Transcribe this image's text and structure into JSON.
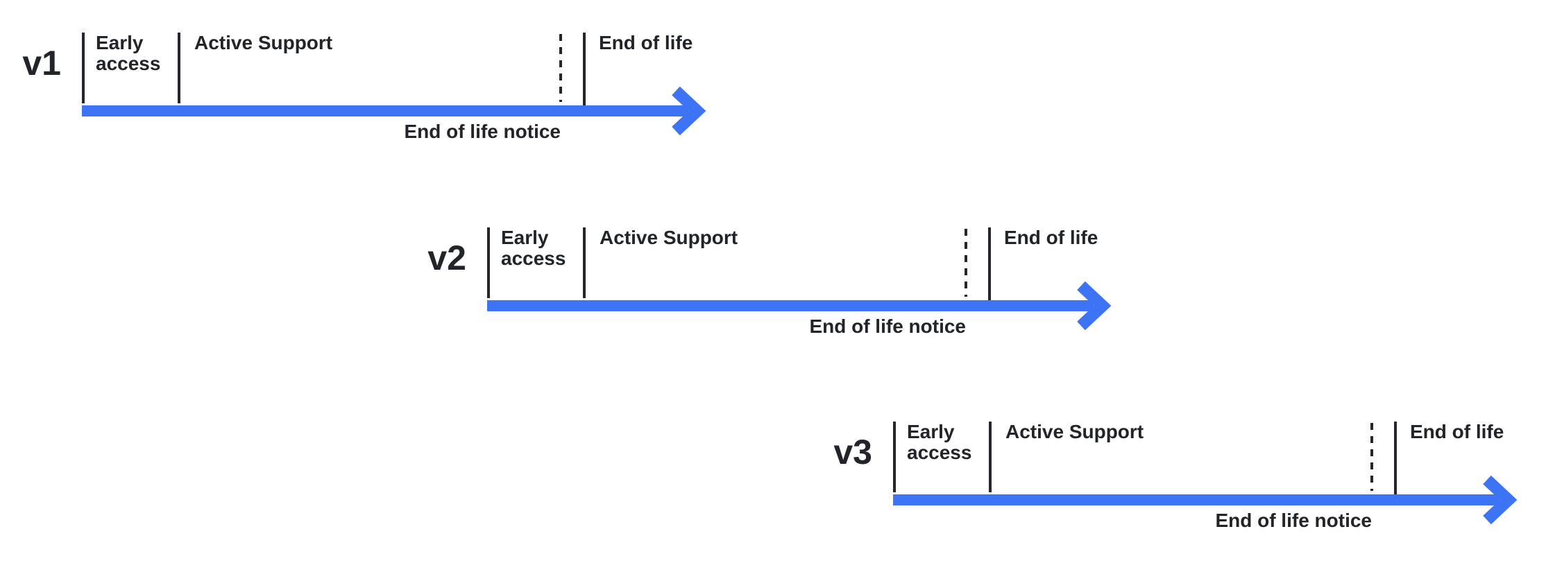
{
  "diagram": {
    "colors": {
      "accent": "#3D74F6",
      "text": "#212429",
      "line": "#24262B"
    },
    "timelines": [
      {
        "version": "v1",
        "early_access": "Early access",
        "active_support": "Active Support",
        "end_of_life": "End of life",
        "end_of_life_notice": "End of life notice"
      },
      {
        "version": "v2",
        "early_access": "Early access",
        "active_support": "Active Support",
        "end_of_life": "End of life",
        "end_of_life_notice": "End of life notice"
      },
      {
        "version": "v3",
        "early_access": "Early access",
        "active_support": "Active Support",
        "end_of_life": "End of life",
        "end_of_life_notice": "End of life notice"
      }
    ]
  }
}
